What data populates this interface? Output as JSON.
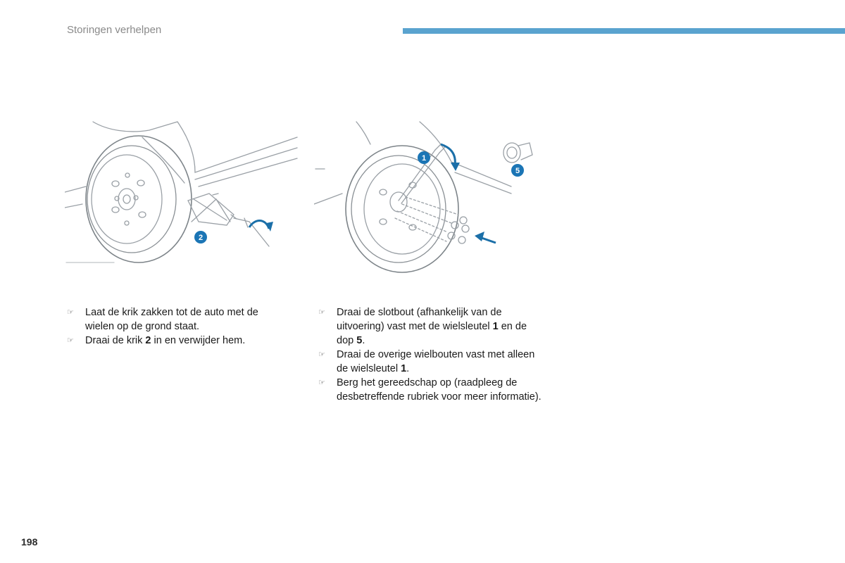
{
  "header": {
    "section_title": "Storingen verhelpen",
    "accent_color": "#5aa3cf"
  },
  "figures": {
    "left": {
      "callouts": [
        "2"
      ]
    },
    "right": {
      "callouts": [
        "1",
        "5"
      ]
    }
  },
  "instructions": {
    "left": [
      {
        "parts": [
          {
            "text": "Laat de krik zakken tot de auto met de wielen op de grond staat."
          }
        ]
      },
      {
        "parts": [
          {
            "text": "Draai de krik "
          },
          {
            "text": "2",
            "bold": true
          },
          {
            "text": " in en verwijder hem."
          }
        ]
      }
    ],
    "right": [
      {
        "parts": [
          {
            "text": "Draai de slotbout (afhankelijk van de uitvoering) vast met de wielsleutel "
          },
          {
            "text": "1",
            "bold": true
          },
          {
            "text": " en de dop "
          },
          {
            "text": "5",
            "bold": true
          },
          {
            "text": "."
          }
        ]
      },
      {
        "parts": [
          {
            "text": "Draai de overige wielbouten vast met alleen de wielsleutel "
          },
          {
            "text": "1",
            "bold": true
          },
          {
            "text": "."
          }
        ]
      },
      {
        "parts": [
          {
            "text": "Berg het gereedschap op (raadpleeg de desbetreffende rubriek voor meer informatie)."
          }
        ]
      }
    ]
  },
  "bullet_glyph": "☞",
  "page_number": "198"
}
